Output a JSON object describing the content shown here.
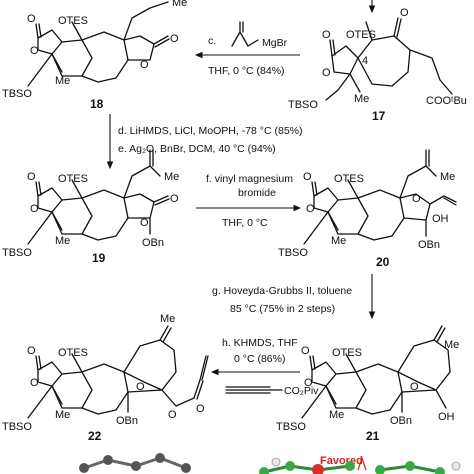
{
  "compounds": {
    "c18": "18",
    "c17": "17",
    "c19": "19",
    "c20": "20",
    "c21": "21",
    "c22": "22"
  },
  "atom_labels": {
    "otes": "OTES",
    "tbso": "TBSO",
    "me": "Me",
    "obn": "OBn",
    "oh": "OH",
    "o": "O",
    "cooBu": "COOᵗBu",
    "four": "4",
    "co2piv": "CO₂Piv",
    "me_truncated": "Me"
  },
  "reactions": {
    "c": {
      "reagent": "c.",
      "mgbr": "MgBr",
      "conditions": "THF, 0 °C (84%)"
    },
    "de": {
      "line1": "d. LiHMDS, LiCl, MoOPH, -78 °C (85%)",
      "line2": "e. Ag₂O, BnBr, DCM, 40 °C (94%)"
    },
    "f": {
      "line1": "f. vinyl magnesium",
      "line2": "bromide",
      "line3": "THF, 0 °C"
    },
    "g": {
      "line1": "g. Hoveyda-Grubbs II, toluene",
      "line2": "85 °C (75% in 2 steps)"
    },
    "h": {
      "line1": "h. KHMDS, THF",
      "line2": "0 °C (86%)"
    }
  },
  "bottom": {
    "favored": "Favored"
  },
  "colors": {
    "ink": "#111111",
    "favored": "#d22020",
    "carbon_green": "#3aa845",
    "oxygen_red": "#d8302a",
    "hydrogen_white": "#e8e8e8"
  }
}
